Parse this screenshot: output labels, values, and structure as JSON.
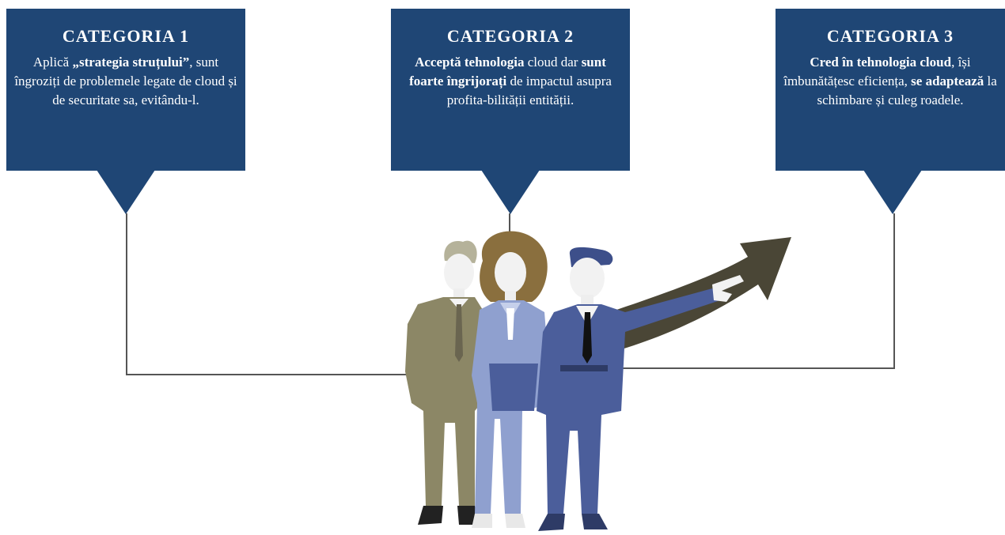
{
  "colors": {
    "box": "#1f4675",
    "connector": "#555555",
    "arrow": "#4a4636",
    "suit_olive": "#8c8766",
    "suit_light_blue": "#8fa0cf",
    "suit_blue": "#4b5e9b"
  },
  "categories": [
    {
      "title": "CATEGORIA 1",
      "body": [
        {
          "text": "Aplică ",
          "bold": false
        },
        {
          "text": "„strategia struțului”",
          "bold": true
        },
        {
          "text": ", sunt îngroziți de problemele legate de cloud și de securitate sa, evitându-l.",
          "bold": false
        }
      ]
    },
    {
      "title": "CATEGORIA 2",
      "body": [
        {
          "text": "Acceptă tehnologia",
          "bold": true
        },
        {
          "text": " cloud dar ",
          "bold": false
        },
        {
          "text": "sunt foarte îngrijorați",
          "bold": true
        },
        {
          "text": " de impactul asupra profita-bilității entității.",
          "bold": false
        }
      ]
    },
    {
      "title": "CATEGORIA 3",
      "body": [
        {
          "text": "Cred în tehnologia cloud",
          "bold": true
        },
        {
          "text": ", își îmbunătățesc eficiența, ",
          "bold": false
        },
        {
          "text": "se adaptează",
          "bold": true
        },
        {
          "text": " la schimbare și culeg roadele.",
          "bold": false
        }
      ]
    }
  ],
  "illustration": {
    "figures": [
      "man-olive-suit",
      "woman-light-blue-suit",
      "man-blue-suit-pointing"
    ],
    "arrow": "upward-trend-arrow"
  }
}
